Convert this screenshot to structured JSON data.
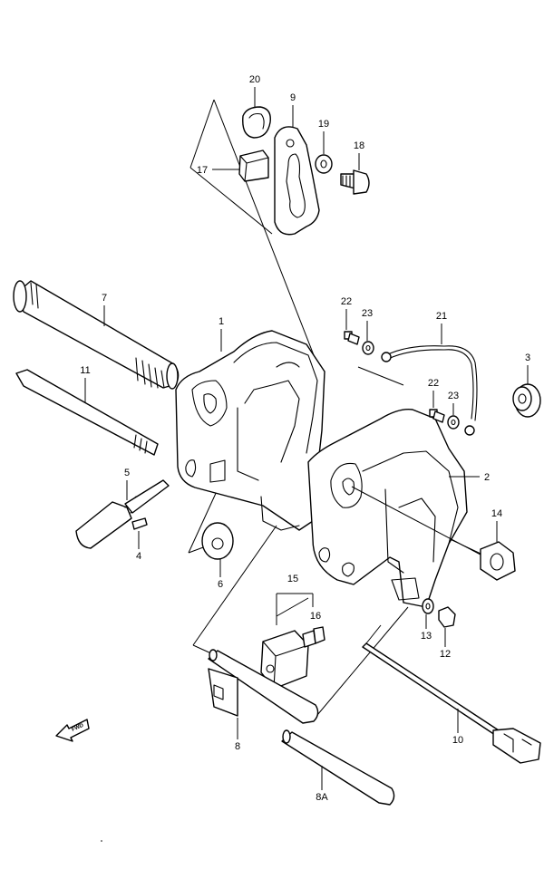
{
  "callouts": {
    "p1": "1",
    "p2": "2",
    "p3": "3",
    "p4": "4",
    "p5": "5",
    "p6": "6",
    "p7": "7",
    "p8": "8",
    "p8a": "8A",
    "p9": "9",
    "p10": "10",
    "p11": "11",
    "p12": "12",
    "p13": "13",
    "p14": "14",
    "p15": "15",
    "p16": "16",
    "p17": "17",
    "p18": "18",
    "p19": "19",
    "p20": "20",
    "p21": "21",
    "p22a": "22",
    "p22b": "22",
    "p23a": "23",
    "p23b": "23"
  },
  "forward_marker": "FWD",
  "icons": [
    "forward-arrow-icon"
  ]
}
